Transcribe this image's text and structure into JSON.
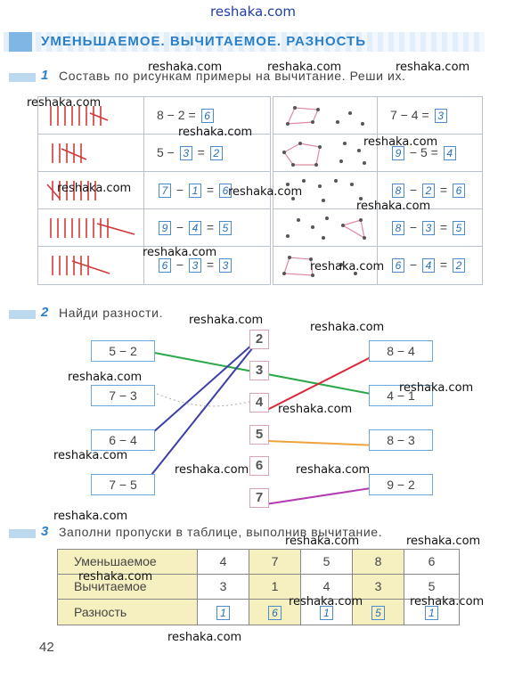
{
  "watermark": "reshaka.com",
  "title": "УМЕНЬШАЕМОЕ. ВЫЧИТАЕМОЕ. РАЗНОСТЬ",
  "task1": {
    "number": "1",
    "text": "Составь по рисункам примеры на вычитание. Реши их.",
    "left": [
      {
        "a": "8",
        "b": "2",
        "r": "6",
        "form": "a-b=R"
      },
      {
        "a": "5",
        "b": "3",
        "r": "2",
        "form": "a-B=R"
      },
      {
        "a": "7",
        "b": "1",
        "r": "6",
        "form": "A-B=R"
      },
      {
        "a": "9",
        "b": "4",
        "r": "5",
        "form": "A-B=R"
      },
      {
        "a": "6",
        "b": "3",
        "r": "3",
        "form": "A-B=R"
      }
    ],
    "right": [
      {
        "a": "7",
        "b": "4",
        "r": "3",
        "form": "a-b=R"
      },
      {
        "a": "9",
        "b": "5",
        "r": "4",
        "form": "A-b=R"
      },
      {
        "a": "8",
        "b": "2",
        "r": "6",
        "form": "A-B=R"
      },
      {
        "a": "8",
        "b": "3",
        "r": "5",
        "form": "A-B=R"
      },
      {
        "a": "6",
        "b": "4",
        "r": "2",
        "form": "A-B=R"
      }
    ]
  },
  "task2": {
    "number": "2",
    "text": "Найди разности.",
    "left_expr": [
      "5 − 2",
      "7 − 3",
      "6 − 4",
      "7 − 5"
    ],
    "numbers": [
      "2",
      "3",
      "4",
      "5",
      "6",
      "7"
    ],
    "right_expr": [
      "8 − 4",
      "4 − 1",
      "8 − 3",
      "9 − 2"
    ]
  },
  "task3": {
    "number": "3",
    "text": "Заполни пропуски в таблице, выполнив вычитание.",
    "row_labels": [
      "Уменьшаемое",
      "Вычитаемое",
      "Разность"
    ],
    "minuend": [
      "4",
      "7",
      "5",
      "8",
      "6"
    ],
    "subtrahend": [
      "3",
      "1",
      "4",
      "3",
      "5"
    ],
    "difference": [
      "1",
      "6",
      "1",
      "5",
      "1"
    ]
  },
  "page_number": "42",
  "colors": {
    "accent": "#2a7fc9",
    "line_green": "#2ca84a",
    "line_red": "#d9283a",
    "line_blue": "#3b3fa6",
    "line_orange": "#f0a23a",
    "line_purple": "#b23cb0",
    "table_yellow": "#f6efc0"
  }
}
